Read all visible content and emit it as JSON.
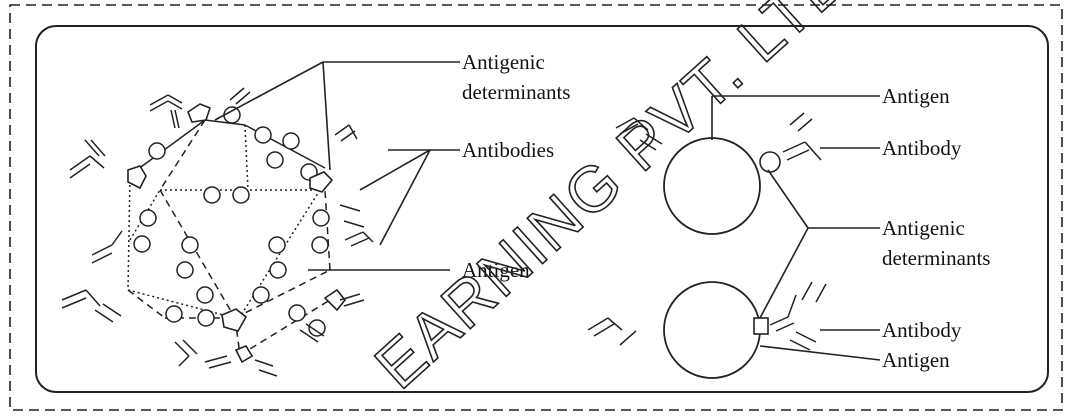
{
  "left_panel": {
    "label_antigenic_determinants_1": "Antigenic",
    "label_antigenic_determinants_2": "determinants",
    "label_antibodies": "Antibodies",
    "label_antigen": "Antigen"
  },
  "right_panel": {
    "label_antigen_top": "Antigen",
    "label_antibody_top": "Antibody",
    "label_antigenic_determinants_1": "Antigenic",
    "label_antigenic_determinants_2": "determinants",
    "label_antibody_bottom": "Antibody",
    "label_antigen_bottom": "Antigen"
  },
  "watermark": "EARNING PVT. LTD."
}
